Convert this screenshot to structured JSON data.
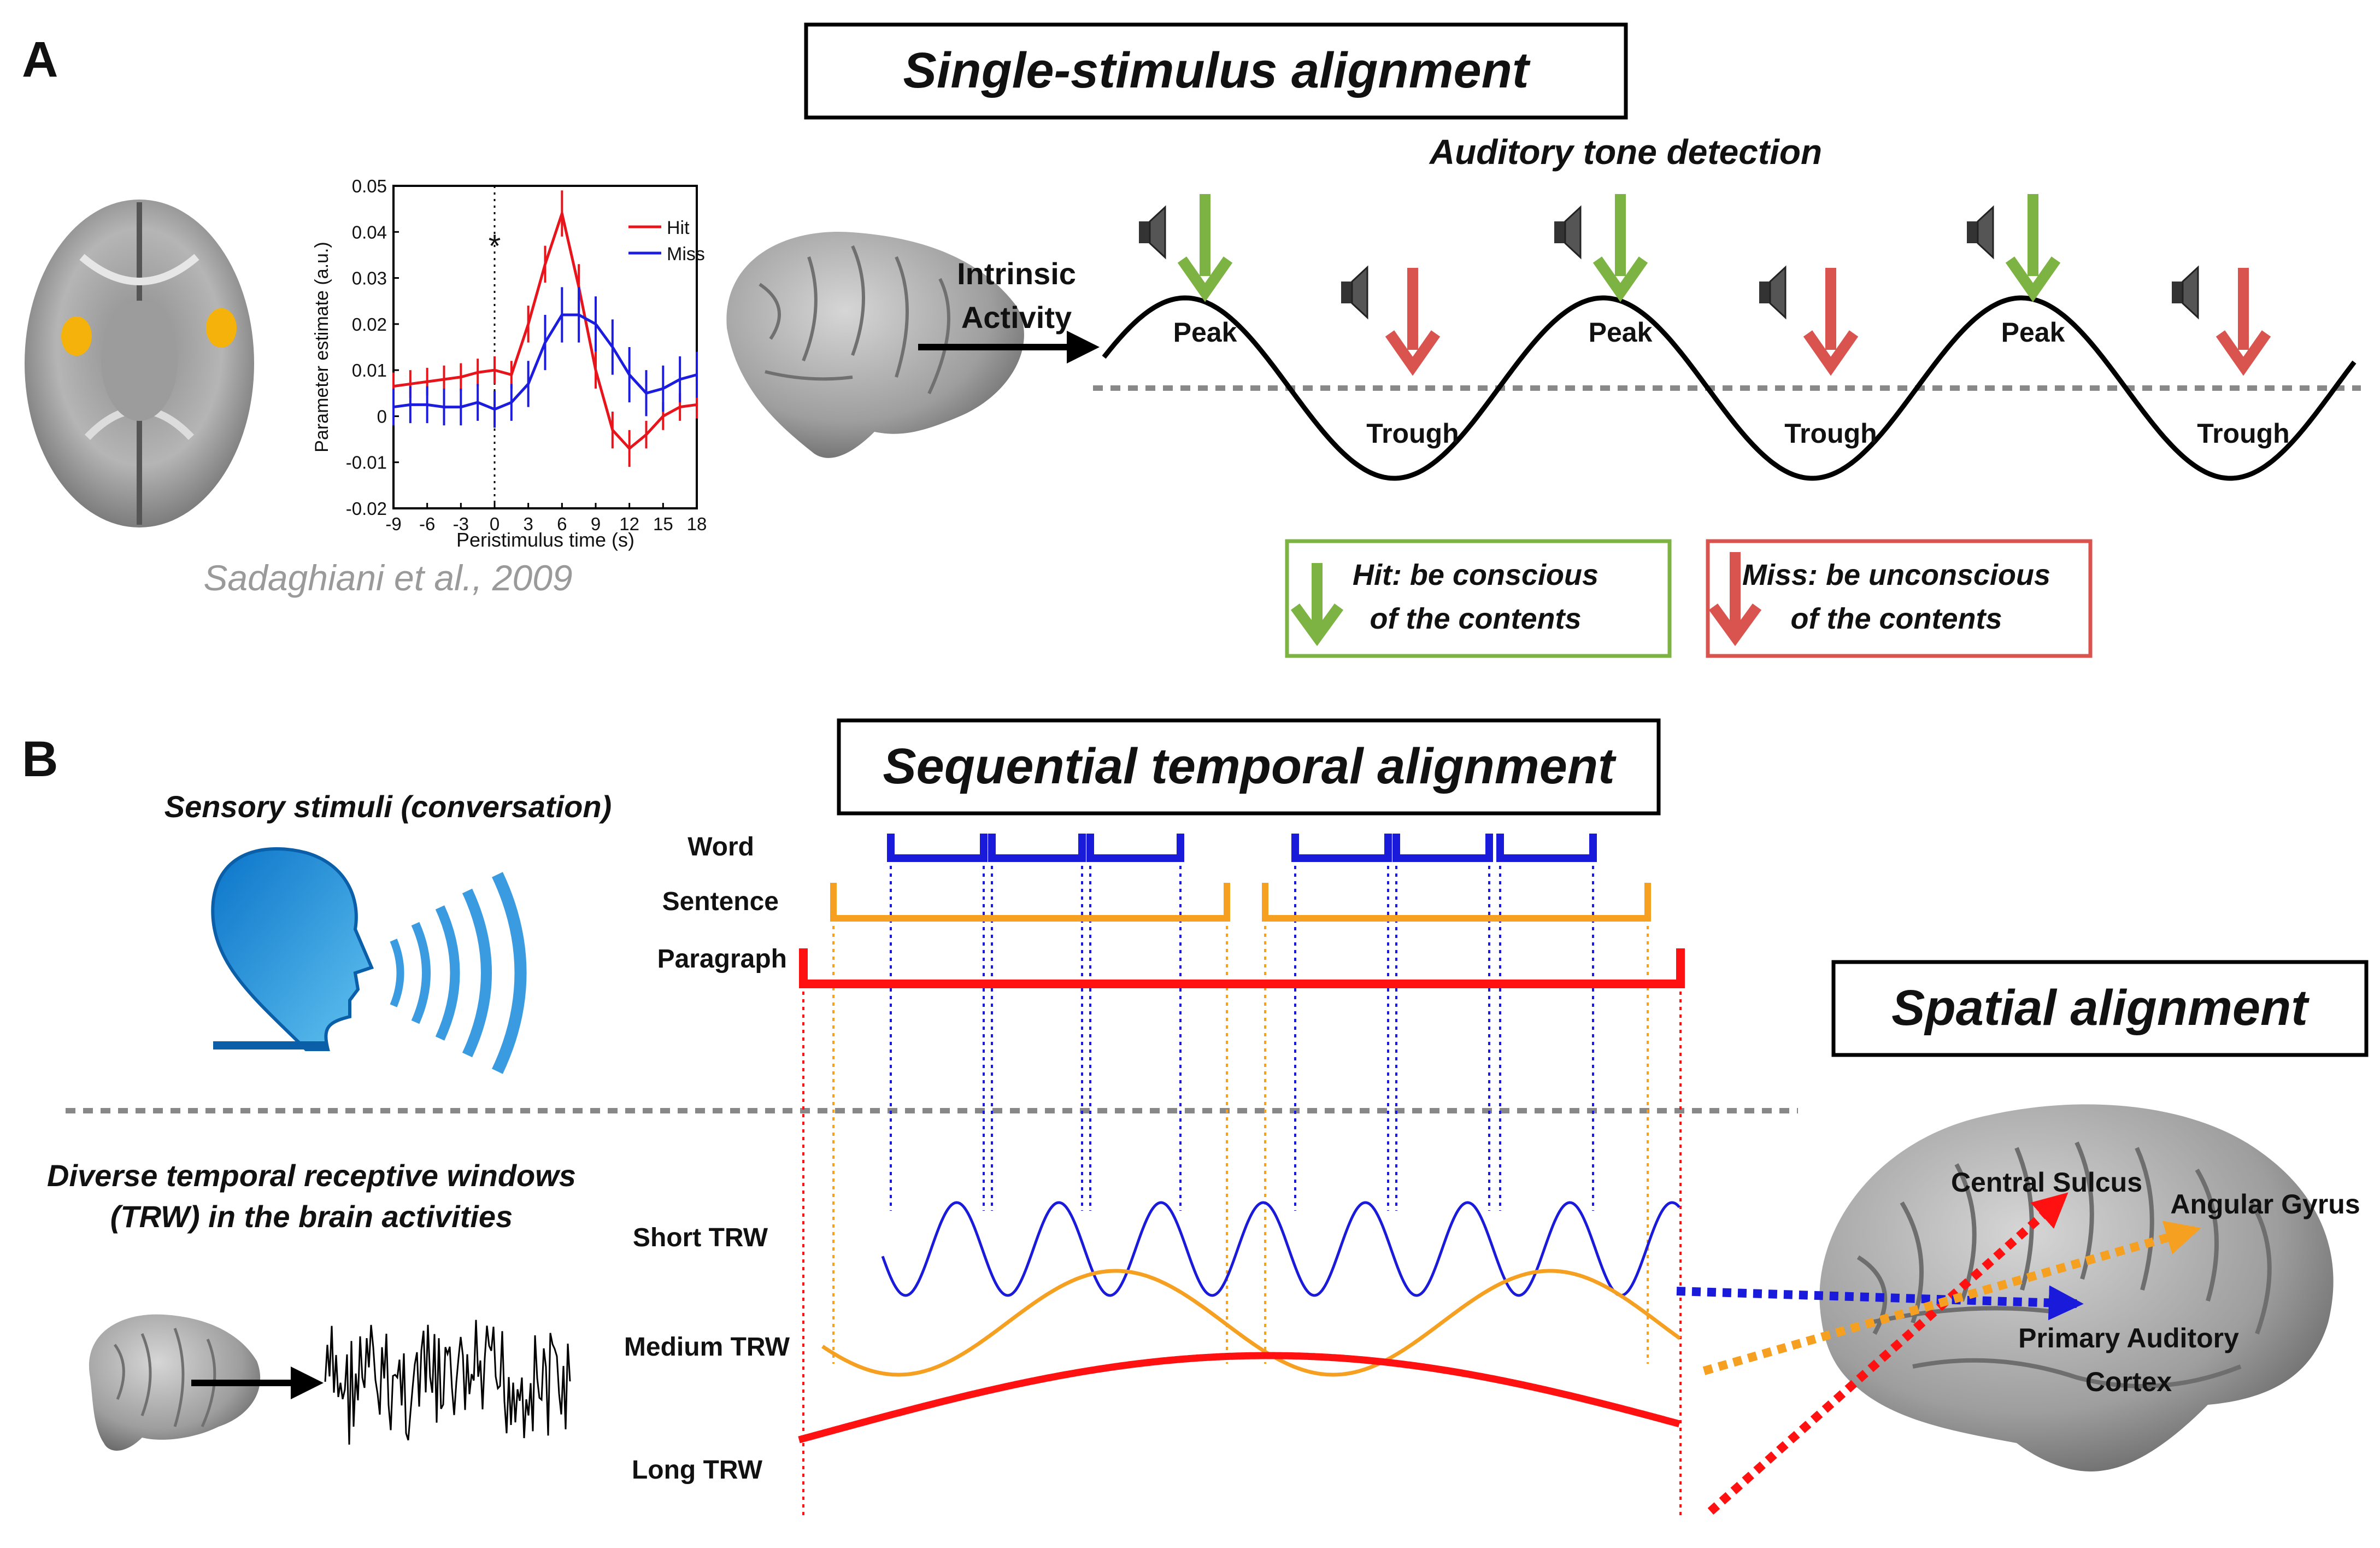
{
  "panel_a": {
    "label": "A",
    "title": "Single-stimulus alignment",
    "subtitle": "Auditory tone detection",
    "intrinsic_line1": "Intrinsic",
    "intrinsic_line2": "Activity",
    "peak_label": "Peak",
    "trough_label": "Trough",
    "citation": "Sadaghiani et al., 2009",
    "legend_hit_line1": "Hit: be conscious",
    "legend_hit_line2": "of the contents",
    "legend_miss_line1": "Miss: be unconscious",
    "legend_miss_line2": "of the contents",
    "colors": {
      "hit": "#7cb342",
      "miss": "#d9534f",
      "dashed": "#888888"
    }
  },
  "panel_b": {
    "label": "B",
    "title": "Sequential temporal alignment",
    "spatial_title": "Spatial alignment",
    "stimuli_label": "Sensory stimuli (conversation)",
    "trw_line1": "Diverse temporal receptive windows",
    "trw_line2": "(TRW) in the brain activities",
    "word": "Word",
    "sentence": "Sentence",
    "paragraph": "Paragraph",
    "short_trw": "Short TRW",
    "medium_trw": "Medium TRW",
    "long_trw": "Long TRW",
    "central_sulcus": "Central Sulcus",
    "angular_gyrus": "Angular Gyrus",
    "primary_line1": "Primary Auditory",
    "primary_line2": "Cortex",
    "colors": {
      "word": "#1a1adb",
      "sentence": "#f5a020",
      "paragraph": "#ff1111"
    }
  },
  "chart_data": {
    "type": "line",
    "xlabel": "Peristimulus time (s)",
    "ylabel": "Parameter estimate (a.u.)",
    "xlim": [
      -9,
      18
    ],
    "ylim": [
      -0.02,
      0.05
    ],
    "xticks": [
      "-9",
      "-6",
      "-3",
      "0",
      "3",
      "6",
      "9",
      "12",
      "15",
      "18"
    ],
    "yticks": [
      "-0.02",
      "-0.01",
      "0",
      "0.01",
      "0.02",
      "0.03",
      "0.04",
      "0.05"
    ],
    "annotation": "*",
    "legend_position": "top-right",
    "x": [
      -9,
      -7.5,
      -6,
      -4.5,
      -3,
      -1.5,
      0,
      1.5,
      3,
      4.5,
      6,
      7.5,
      9,
      10.5,
      12,
      13.5,
      15,
      16.5,
      18
    ],
    "series": [
      {
        "name": "Hit",
        "color": "#e8141b",
        "values": [
          0.0065,
          0.007,
          0.0075,
          0.008,
          0.0085,
          0.0095,
          0.01,
          0.009,
          0.02,
          0.033,
          0.044,
          0.028,
          0.01,
          -0.003,
          -0.007,
          -0.004,
          0.0,
          0.002,
          0.0025
        ],
        "errors": [
          0.003,
          0.003,
          0.003,
          0.003,
          0.003,
          0.003,
          0.003,
          0.003,
          0.004,
          0.004,
          0.005,
          0.005,
          0.004,
          0.004,
          0.004,
          0.003,
          0.003,
          0.003,
          0.003
        ]
      },
      {
        "name": "Miss",
        "color": "#1c1cdf",
        "values": [
          0.002,
          0.0025,
          0.0025,
          0.002,
          0.002,
          0.003,
          0.0015,
          0.003,
          0.007,
          0.016,
          0.022,
          0.022,
          0.02,
          0.015,
          0.009,
          0.005,
          0.006,
          0.008,
          0.009
        ],
        "errors": [
          0.004,
          0.004,
          0.004,
          0.004,
          0.004,
          0.004,
          0.004,
          0.004,
          0.005,
          0.006,
          0.006,
          0.006,
          0.006,
          0.006,
          0.006,
          0.005,
          0.005,
          0.005,
          0.005
        ]
      }
    ]
  }
}
